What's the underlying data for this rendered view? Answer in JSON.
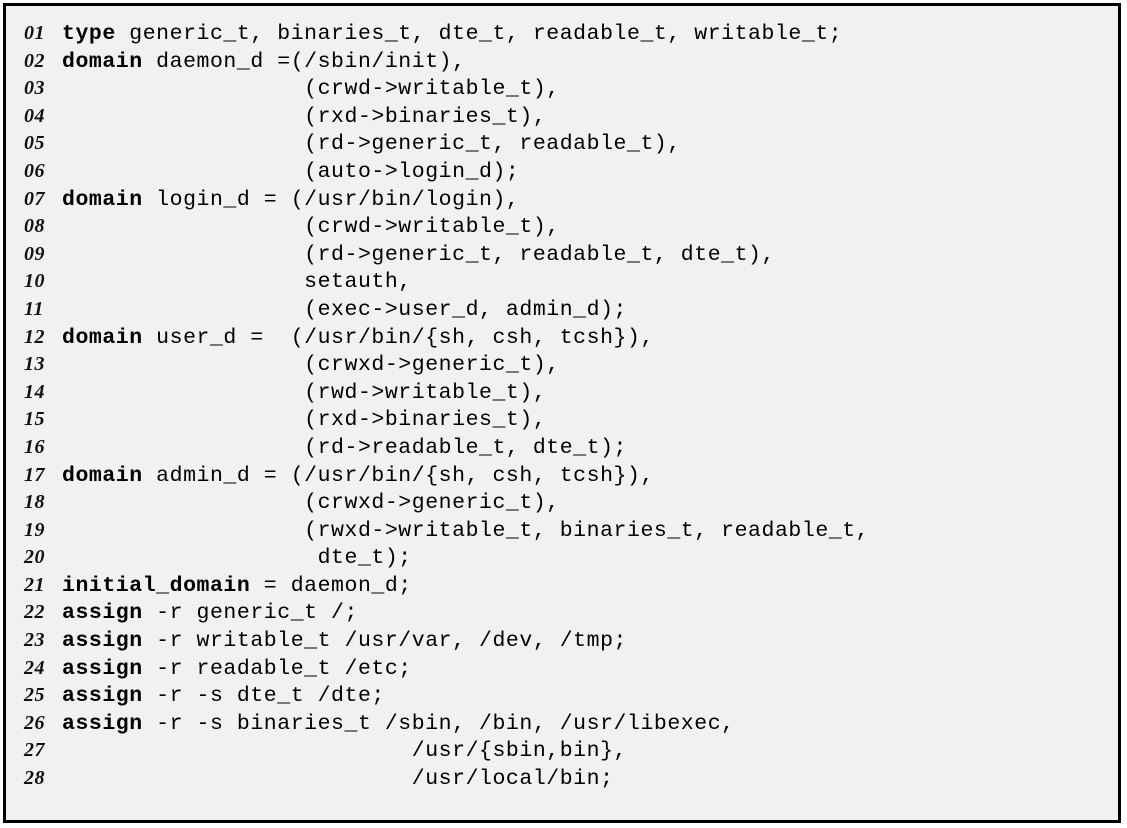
{
  "listing": {
    "language": "DTE policy language",
    "background_color": "#f1f1f1",
    "border_color": "#000000",
    "text_color": "#000000",
    "line_number_color": "#111111",
    "lines": [
      {
        "number": "01",
        "keyword": "type",
        "rest": " generic_t, binaries_t, dte_t, readable_t, writable_t;"
      },
      {
        "number": "02",
        "keyword": "domain",
        "rest": " daemon_d =(/sbin/init),"
      },
      {
        "number": "03",
        "keyword": "",
        "rest": "                  (crwd->writable_t),"
      },
      {
        "number": "04",
        "keyword": "",
        "rest": "                  (rxd->binaries_t),"
      },
      {
        "number": "05",
        "keyword": "",
        "rest": "                  (rd->generic_t, readable_t),"
      },
      {
        "number": "06",
        "keyword": "",
        "rest": "                  (auto->login_d);"
      },
      {
        "number": "07",
        "keyword": "domain",
        "rest": " login_d = (/usr/bin/login),"
      },
      {
        "number": "08",
        "keyword": "",
        "rest": "                  (crwd->writable_t),"
      },
      {
        "number": "09",
        "keyword": "",
        "rest": "                  (rd->generic_t, readable_t, dte_t),"
      },
      {
        "number": "10",
        "keyword": "",
        "rest": "                  setauth,"
      },
      {
        "number": "11",
        "keyword": "",
        "rest": "                  (exec->user_d, admin_d);"
      },
      {
        "number": "12",
        "keyword": "domain",
        "rest": " user_d =  (/usr/bin/{sh, csh, tcsh}),"
      },
      {
        "number": "13",
        "keyword": "",
        "rest": "                  (crwxd->generic_t),"
      },
      {
        "number": "14",
        "keyword": "",
        "rest": "                  (rwd->writable_t),"
      },
      {
        "number": "15",
        "keyword": "",
        "rest": "                  (rxd->binaries_t),"
      },
      {
        "number": "16",
        "keyword": "",
        "rest": "                  (rd->readable_t, dte_t);"
      },
      {
        "number": "17",
        "keyword": "domain",
        "rest": " admin_d = (/usr/bin/{sh, csh, tcsh}),"
      },
      {
        "number": "18",
        "keyword": "",
        "rest": "                  (crwxd->generic_t),"
      },
      {
        "number": "19",
        "keyword": "",
        "rest": "                  (rwxd->writable_t, binaries_t, readable_t,"
      },
      {
        "number": "20",
        "keyword": "",
        "rest": "                   dte_t);"
      },
      {
        "number": "21",
        "keyword": "initial_domain",
        "rest": " = daemon_d;"
      },
      {
        "number": "22",
        "keyword": "assign",
        "rest": " -r generic_t /;"
      },
      {
        "number": "23",
        "keyword": "assign",
        "rest": " -r writable_t /usr/var, /dev, /tmp;"
      },
      {
        "number": "24",
        "keyword": "assign",
        "rest": " -r readable_t /etc;"
      },
      {
        "number": "25",
        "keyword": "assign",
        "rest": " -r -s dte_t /dte;"
      },
      {
        "number": "26",
        "keyword": "assign",
        "rest": " -r -s binaries_t /sbin, /bin, /usr/libexec,"
      },
      {
        "number": "27",
        "keyword": "",
        "rest": "                          /usr/{sbin,bin},"
      },
      {
        "number": "28",
        "keyword": "",
        "rest": "                          /usr/local/bin;"
      }
    ]
  }
}
